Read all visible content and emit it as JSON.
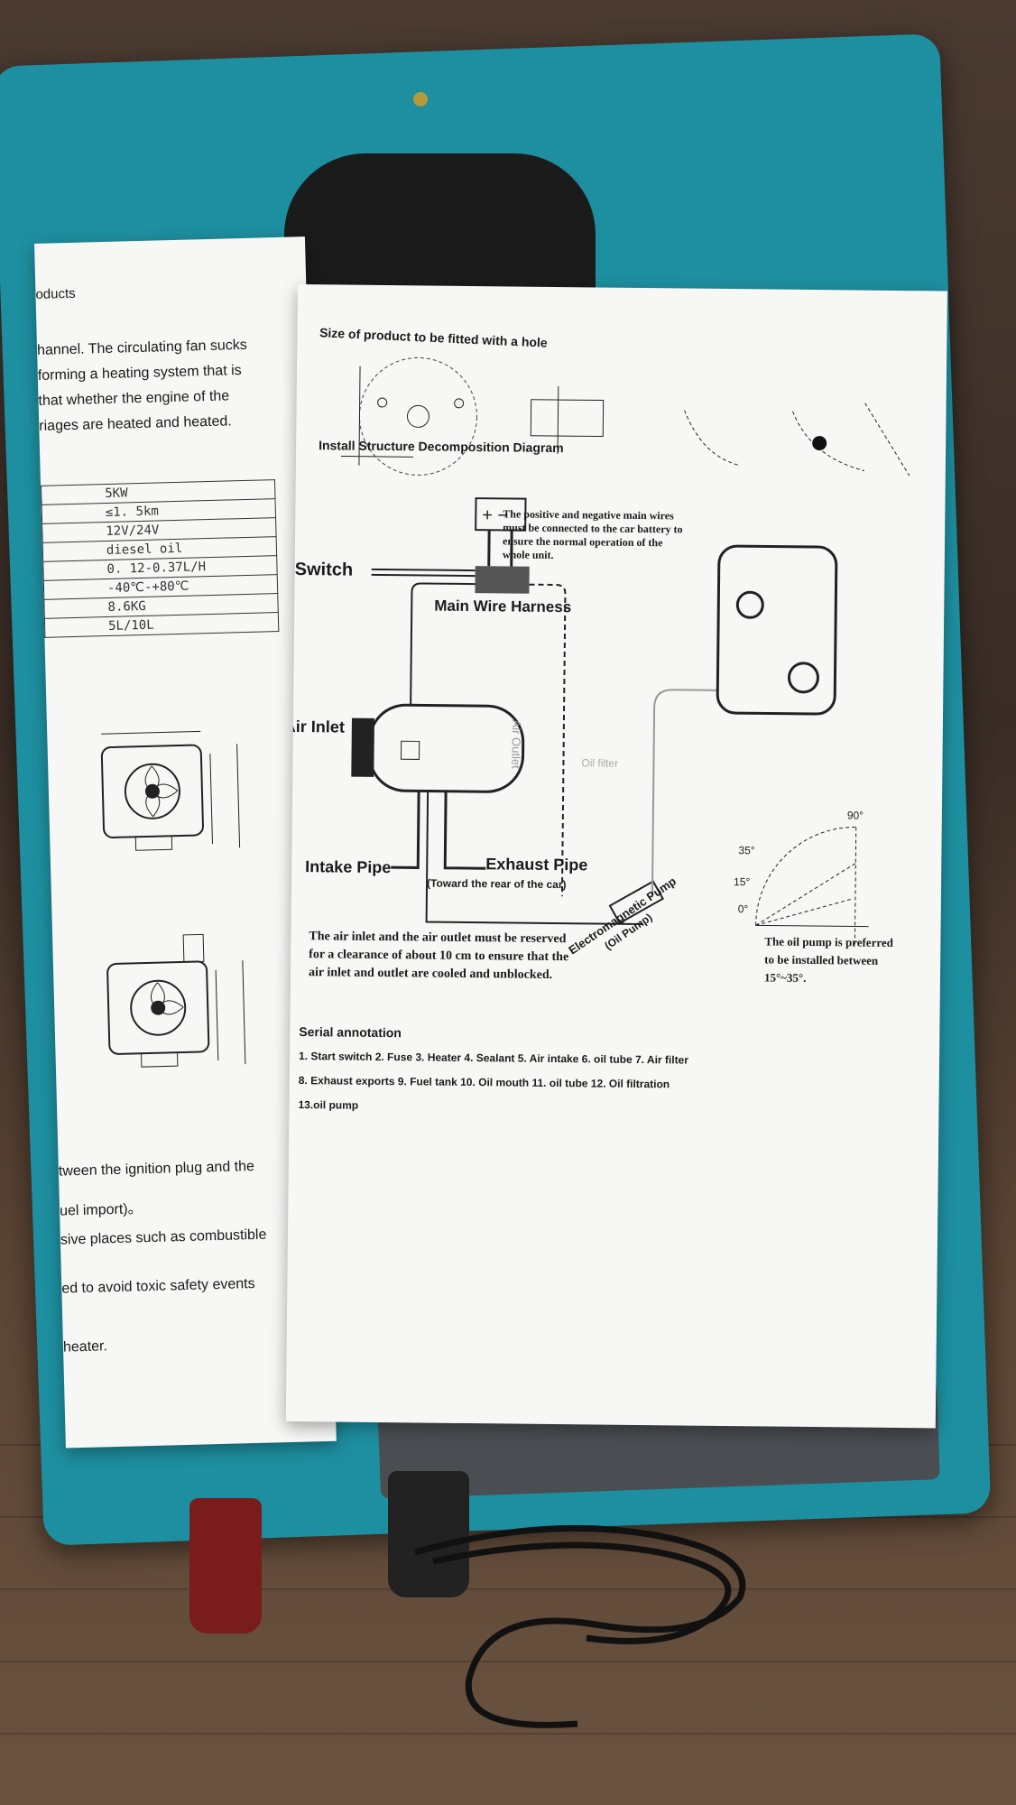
{
  "left_page": {
    "heading": "oducts",
    "paragraph_lines": [
      "hannel. The circulating fan sucks",
      "forming a heating system that is",
      "that whether the engine of the",
      "riages are heated and heated."
    ],
    "spec_values": [
      "5KW",
      "≤1. 5km",
      "12V/24V",
      "diesel oil",
      "0. 12-0.37L/H",
      "-40℃-+80℃",
      "8.6KG",
      "5L/10L"
    ],
    "bottom_lines": [
      "tween the ignition plug and the",
      "uel import)。",
      "sive places such as combustible",
      "ed to avoid toxic safety events",
      "heater."
    ]
  },
  "right_page": {
    "size_title": "Size of product to be fitted with a hole",
    "install_title": "Install Structure Decomposition Diagram",
    "battery_note": "The positive and negative main wires must be connected to the car battery to ensure the normal operation of the whole unit.",
    "labels": {
      "switch": "Switch",
      "main_wire": "Main Wire Harness",
      "air_inlet": "Air Inlet",
      "air_outlet": "Air Outlet",
      "intake_pipe": "Intake Pipe",
      "exhaust_pipe": "Exhaust Pipe",
      "exhaust_note": "(Toward the rear of the car)",
      "oil_filter": "Oil filter",
      "pump": "Electromagnetic Pump",
      "pump_sub": "(Oil Pump)"
    },
    "angles": [
      "90°",
      "35°",
      "15°",
      "0°"
    ],
    "clearance_note": [
      "The air inlet and the air outlet must be reserved",
      "for a clearance of about 10 cm to ensure that the",
      "air inlet and outlet are cooled and unblocked."
    ],
    "pump_note": [
      "The oil pump is preferred",
      "to be installed between",
      "15°~35°."
    ],
    "serial_title": "Serial annotation",
    "serial_lines": [
      "1.  Start switch  2.  Fuse  3. Heater  4.  Sealant   5.  Air intake  6.  oil tube   7.  Air filter",
      "8. Exhaust exports    9.  Fuel tank  10.  Oil mouth  11.  oil tube  12.  Oil filtration",
      "13.oil pump"
    ]
  },
  "colors": {
    "case": "#1e8fa0",
    "paper": "#f7f7f5",
    "wood": "#5a4434",
    "terminal_red": "#7a1c1c"
  }
}
